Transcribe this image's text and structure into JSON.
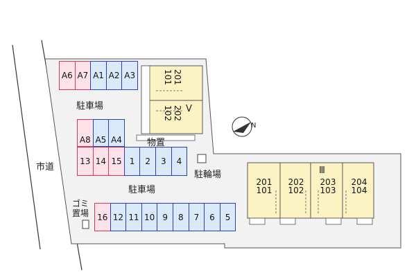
{
  "labels": {
    "city_road": "市道",
    "parking_top": "駐車場",
    "parking_bottom": "駐車場",
    "storage": "物置",
    "bicycle_parking": "駐輪場",
    "garbage_line1": "ゴミ",
    "garbage_line2": "置場",
    "building_v": "V",
    "building_iii": "Ⅲ",
    "north": "N"
  },
  "colors": {
    "resident_slot": "#2a3fb5",
    "guest_slot": "#d23a5a",
    "building_fill": "#fbf3c4"
  },
  "parking_rows": [
    {
      "id": "top-row",
      "slots": [
        {
          "label": "A6",
          "type": "guest"
        },
        {
          "label": "A7",
          "type": "guest"
        },
        {
          "label": "A1",
          "type": "resident"
        },
        {
          "label": "A2",
          "type": "resident"
        },
        {
          "label": "A3",
          "type": "resident"
        }
      ]
    },
    {
      "id": "middle-upper",
      "slots": [
        {
          "label": "A8",
          "type": "guest"
        },
        {
          "label": "A5",
          "type": "resident"
        },
        {
          "label": "A4",
          "type": "resident"
        }
      ]
    },
    {
      "id": "middle-lower",
      "slots": [
        {
          "label": "13",
          "type": "guest"
        },
        {
          "label": "14",
          "type": "guest"
        },
        {
          "label": "15",
          "type": "guest"
        },
        {
          "label": "1",
          "type": "resident"
        },
        {
          "label": "2",
          "type": "resident"
        },
        {
          "label": "3",
          "type": "resident"
        },
        {
          "label": "4",
          "type": "resident"
        }
      ]
    },
    {
      "id": "bottom-row",
      "slots": [
        {
          "label": "16",
          "type": "guest"
        },
        {
          "label": "12",
          "type": "resident"
        },
        {
          "label": "11",
          "type": "resident"
        },
        {
          "label": "10",
          "type": "resident"
        },
        {
          "label": "9",
          "type": "resident"
        },
        {
          "label": "8",
          "type": "resident"
        },
        {
          "label": "7",
          "type": "resident"
        },
        {
          "label": "6",
          "type": "resident"
        },
        {
          "label": "5",
          "type": "resident"
        }
      ]
    }
  ],
  "building_v_units": [
    {
      "upper": "201",
      "lower": "101"
    },
    {
      "upper": "202",
      "lower": "102"
    }
  ],
  "building_iii_units": [
    {
      "upper": "201",
      "lower": "101"
    },
    {
      "upper": "202",
      "lower": "102"
    },
    {
      "upper": "203",
      "lower": "103"
    },
    {
      "upper": "204",
      "lower": "104"
    }
  ]
}
